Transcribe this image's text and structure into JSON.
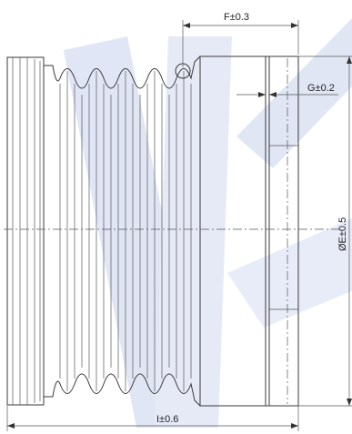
{
  "dimensions": {
    "f": "F±0.3",
    "g": "G±0.2",
    "e": "ØE±0.5",
    "i": "I±0.6"
  },
  "colors": {
    "line": "#3a3a3a",
    "watermark": "#c9d2ee",
    "background": "#ffffff"
  }
}
